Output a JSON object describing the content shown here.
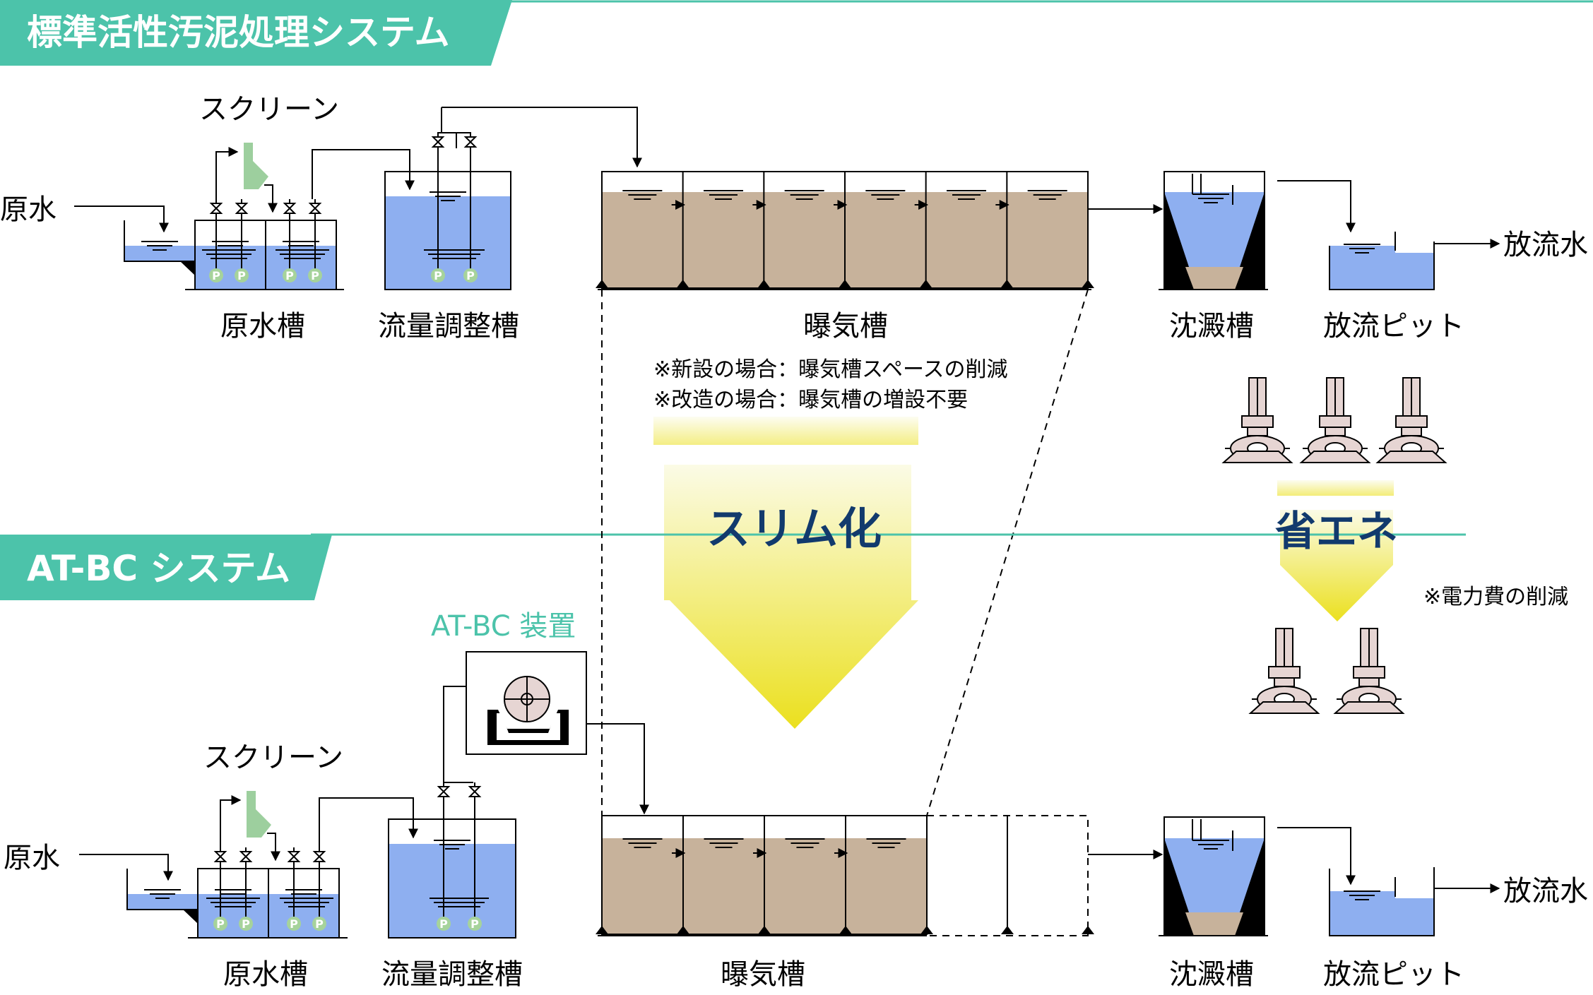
{
  "colors": {
    "teal": "#4cc3aa",
    "water": "#8eaff0",
    "sludge": "#c7b29b",
    "pump": "#a6d39b",
    "screen": "#9dcf9e",
    "blower": "#e6d5d3",
    "arrow_top": "#f9f8d9",
    "arrow_bottom": "#ede21f",
    "title_text": "#123a6d"
  },
  "top": {
    "header": "標準活性汚泥処理システム",
    "screen": "スクリーン",
    "inlet": "原水",
    "outlet": "放流水",
    "pump_label": "P",
    "tanks": [
      "原水槽",
      "流量調整槽",
      "曝気槽",
      "沈澱槽",
      "放流ピット"
    ],
    "notes": [
      "※新設の場合：曝気槽スペースの削減",
      "※改造の場合：曝気槽の増設不要"
    ]
  },
  "middle": {
    "slim_label": "スリム化",
    "energy_label": "省エネ",
    "energy_note": "※電力費の削減"
  },
  "bottom": {
    "header": "AT-BC システム",
    "device": "AT-BC 装置",
    "screen": "スクリーン",
    "inlet": "原水",
    "outlet": "放流水",
    "pump_label": "P",
    "tanks": [
      "原水槽",
      "流量調整槽",
      "曝気槽",
      "沈澱槽",
      "放流ピット"
    ]
  }
}
